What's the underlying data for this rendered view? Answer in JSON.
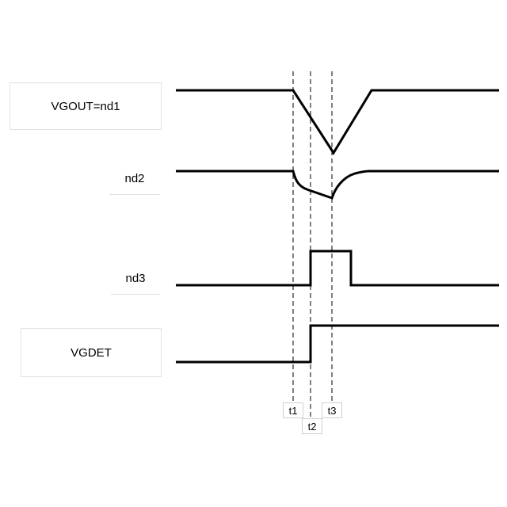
{
  "signals": [
    {
      "id": "vgout",
      "label": "VGOUT=nd1"
    },
    {
      "id": "nd2",
      "label": "nd2"
    },
    {
      "id": "nd3",
      "label": "nd3"
    },
    {
      "id": "vgdet",
      "label": "VGDET"
    }
  ],
  "time_markers": [
    {
      "id": "t1",
      "label": "t1"
    },
    {
      "id": "t2",
      "label": "t2"
    },
    {
      "id": "t3",
      "label": "t3"
    }
  ],
  "colors": {
    "line": "#000000",
    "frame": "#e2e2e2",
    "background": "#ffffff"
  }
}
